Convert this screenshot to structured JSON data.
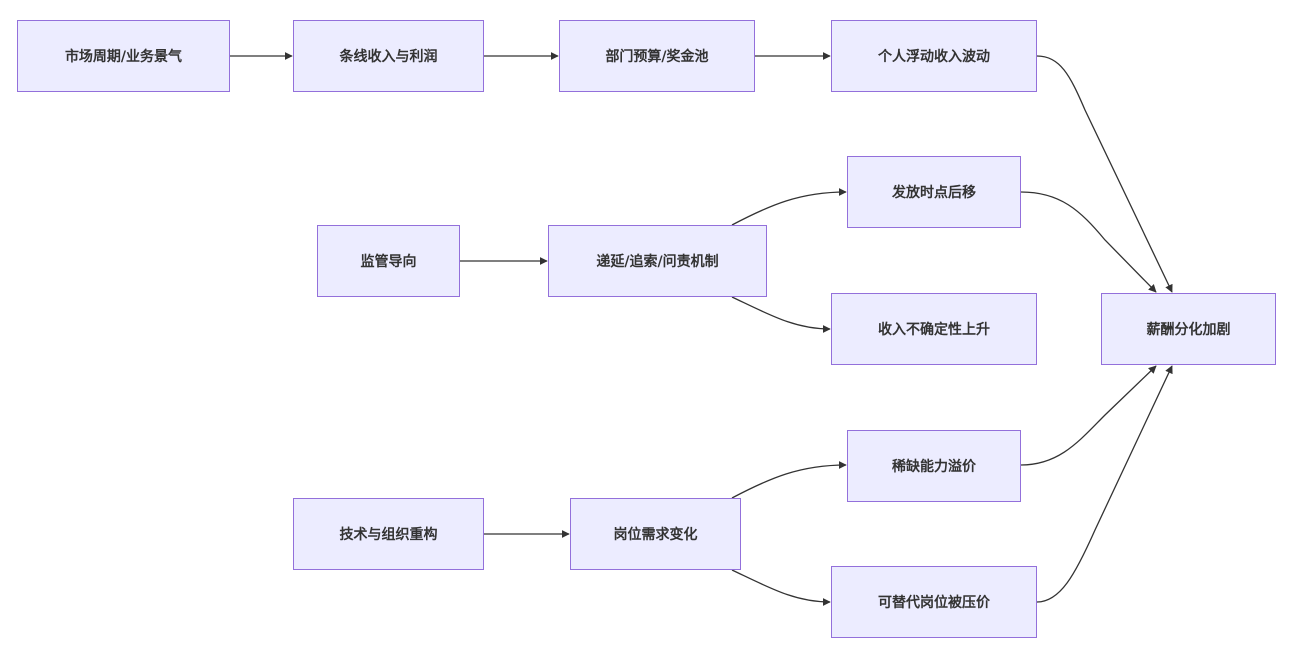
{
  "diagram": {
    "type": "flowchart",
    "direction": "left-to-right",
    "colors": {
      "node_fill": "#ECECFF",
      "node_border": "#9370DB",
      "text": "#333333",
      "edge": "#333333"
    },
    "nodes": {
      "a": "市场周期/业务景气",
      "b": "条线收入与利润",
      "c": "部门预算/奖金池",
      "d": "个人浮动收入波动",
      "e": "监管导向",
      "f": "递延/追索/问责机制",
      "g": "发放时点后移",
      "h": "收入不确定性上升",
      "i": "薪酬分化加剧",
      "j": "技术与组织重构",
      "k": "岗位需求变化",
      "l": "稀缺能力溢价",
      "m": "可替代岗位被压价"
    },
    "edges": [
      {
        "from": "a",
        "to": "b"
      },
      {
        "from": "b",
        "to": "c"
      },
      {
        "from": "c",
        "to": "d"
      },
      {
        "from": "d",
        "to": "i"
      },
      {
        "from": "e",
        "to": "f"
      },
      {
        "from": "f",
        "to": "g"
      },
      {
        "from": "f",
        "to": "h"
      },
      {
        "from": "g",
        "to": "i"
      },
      {
        "from": "j",
        "to": "k"
      },
      {
        "from": "k",
        "to": "l"
      },
      {
        "from": "k",
        "to": "m"
      },
      {
        "from": "l",
        "to": "i"
      },
      {
        "from": "m",
        "to": "i"
      }
    ]
  }
}
